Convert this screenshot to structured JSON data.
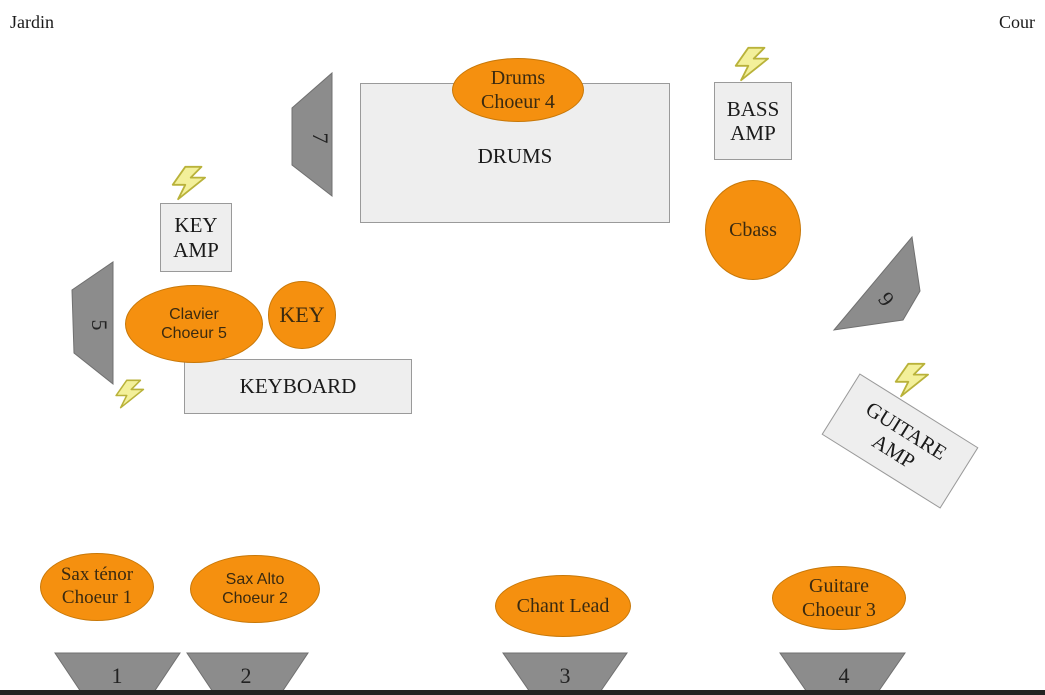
{
  "corners": {
    "left": "Jardin",
    "right": "Cour"
  },
  "boxes": {
    "drums": "DRUMS",
    "bass_amp": [
      "BASS",
      "AMP"
    ],
    "key_amp": [
      "KEY",
      "AMP"
    ],
    "keyboard": "KEYBOARD",
    "guitare_amp": [
      "GUITARE",
      "AMP"
    ]
  },
  "musicians": {
    "drums": [
      "Drums",
      "Choeur 4"
    ],
    "cbass": "Cbass",
    "clavier": [
      "Clavier",
      "Choeur 5"
    ],
    "key": "KEY",
    "sax_tenor": [
      "Sax ténor",
      "Choeur 1"
    ],
    "sax_alto": [
      "Sax Alto",
      "Choeur 2"
    ],
    "chant": "Chant Lead",
    "guitare": [
      "Guitare",
      "Choeur 3"
    ]
  },
  "monitors": {
    "m1": "1",
    "m2": "2",
    "m3": "3",
    "m4": "4",
    "m5": "5",
    "m6": "6",
    "m7": "7"
  },
  "power_icons": [
    "bass-amp",
    "key-amp",
    "keyboard",
    "guitare-amp"
  ],
  "colors": {
    "performer": "#f5900f",
    "equipment": "#eeeeee",
    "monitor": "#8c8c8c",
    "power": "#f3f09a"
  }
}
